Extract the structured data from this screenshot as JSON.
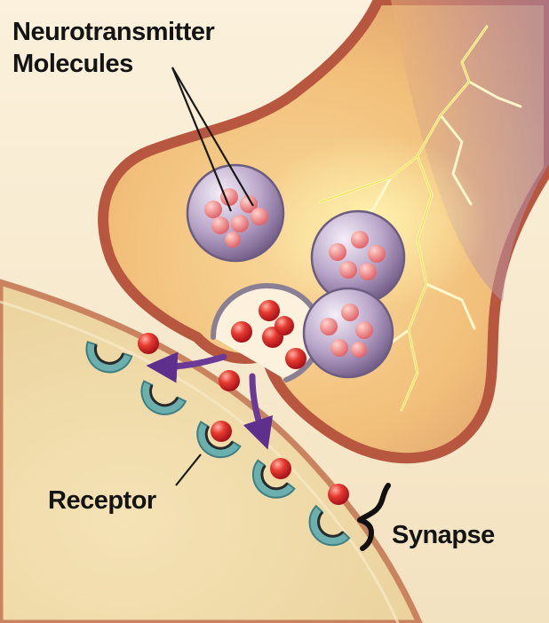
{
  "labels": {
    "neurotransmitter_line1": "Neurotransmitter",
    "neurotransmitter_line2": "Molecules",
    "receptor": "Receptor",
    "synapse": "Synapse"
  },
  "colors": {
    "background": "#f6ead2",
    "postsynaptic_fill": "#f1dcae",
    "membrane": "#c96a4c",
    "terminal_fill": "#f3c88a",
    "vesicle": "#b7a3c6",
    "molecule": "#e0362f",
    "receptor": "#6cafaf",
    "arrow": "#6a3a96",
    "lightning": "#fff27a"
  },
  "icons": {
    "bracket": "synapse-bracket-icon",
    "arrows": "release-arrow-icon"
  }
}
